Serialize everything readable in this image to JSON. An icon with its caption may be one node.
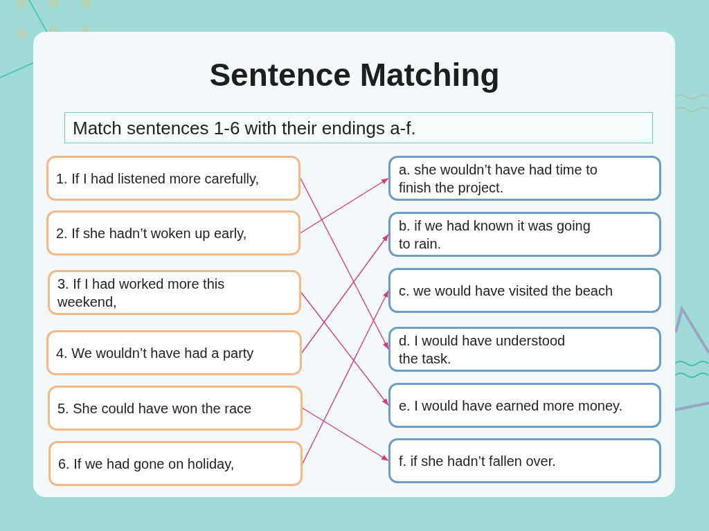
{
  "diagram": {
    "title": "Sentence Matching",
    "nodes": [
      {
        "text": [
          "Match sentences 1-6 with their endings a-f."
        ]
      },
      {
        "text": [
          "1. If I had listened more carefully,"
        ]
      },
      {
        "text": [
          "2. If she hadn’t woken up early,"
        ]
      },
      {
        "text": [
          "3. If I had worked more this weekend,"
        ]
      },
      {
        "text": [
          "4. We wouldn’t have had a party"
        ]
      },
      {
        "text": [
          "5. She could have won the race"
        ]
      },
      {
        "text": [
          "6. If we had gone on holiday,"
        ]
      },
      {
        "text": [
          "a. she wouldn’t have had time to finish the project."
        ]
      },
      {
        "text": [
          "b. if we had known it was going to rain."
        ]
      },
      {
        "text": [
          "c. we would have visited the beach"
        ]
      },
      {
        "text": [
          "d. I would have understood the task."
        ]
      },
      {
        "text": [
          "e. I would have earned more money."
        ]
      },
      {
        "text": [
          "f. if she hadn’t fallen over."
        ]
      }
    ],
    "edges": [
      {
        "from": 1,
        "to": 10,
        "arrow": "to"
      },
      {
        "from": 2,
        "to": 7,
        "arrow": "to"
      },
      {
        "from": 3,
        "to": 11,
        "arrow": "to"
      },
      {
        "from": 4,
        "to": 8,
        "arrow": "to"
      },
      {
        "from": 5,
        "to": 12,
        "arrow": "to"
      },
      {
        "from": 6,
        "to": 9,
        "arrow": "to"
      }
    ]
  }
}
